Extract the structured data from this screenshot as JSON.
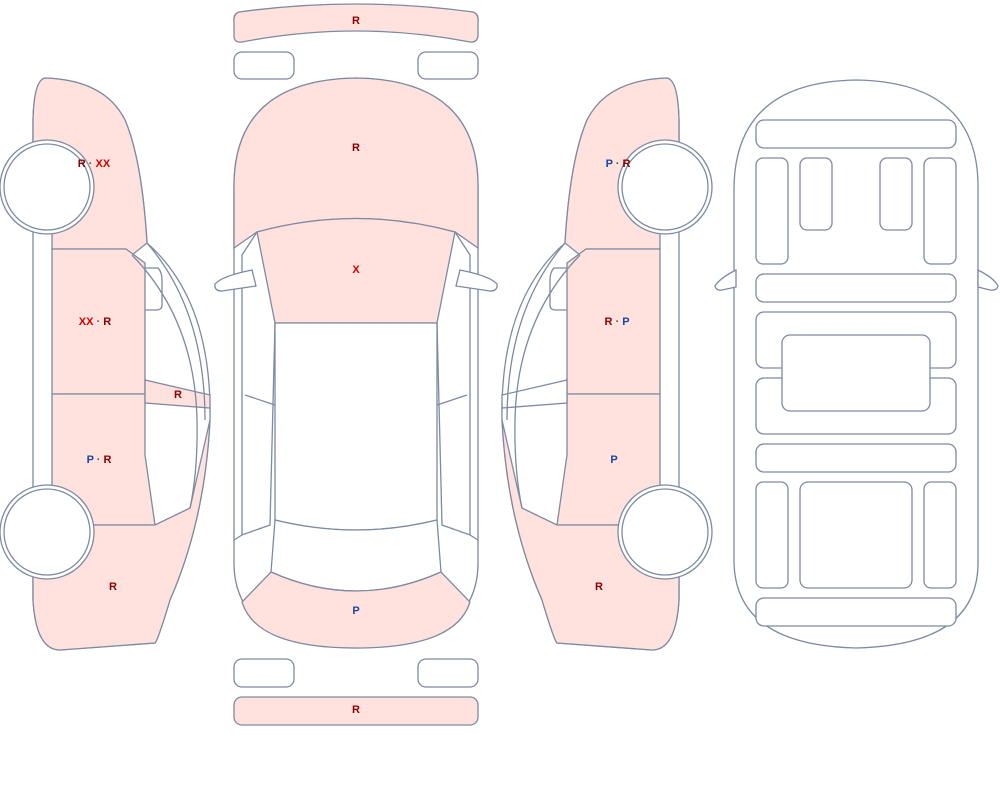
{
  "colors": {
    "outline": "#7d8aa3",
    "panel_fill": "#ffe1de",
    "code_red": "#8b0000",
    "code_bright_red": "#d10000",
    "code_blue": "#1747a6",
    "separator": "#555555"
  },
  "legend_codes": {
    "R": "red",
    "XX": "bright_red",
    "X": "bright_red",
    "P": "blue"
  },
  "labels": {
    "front_bumper": "R",
    "hood": "R",
    "windshield": "X",
    "trunk": "P",
    "rear_bumper": "R",
    "left_front_fender": [
      "R",
      "XX"
    ],
    "left_front_door": [
      "XX",
      "R"
    ],
    "left_mirror": "R",
    "left_rear_door": [
      "P",
      "R"
    ],
    "left_rear_quarter": "R",
    "right_front_fender": [
      "P",
      "R"
    ],
    "right_front_door": [
      "R",
      "P"
    ],
    "right_rear_door": "P",
    "right_rear_quarter": "R"
  }
}
